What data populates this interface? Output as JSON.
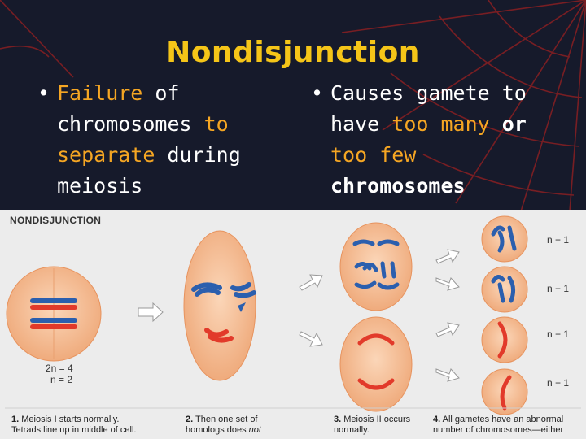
{
  "slide": {
    "title": "Nondisjunction",
    "bullet_left": {
      "w1": "Failure",
      "w2": " of",
      "w3": "chromosomes ",
      "w4": "to",
      "w5": "separate",
      "w6": " during",
      "w7": "meiosis"
    },
    "bullet_right": {
      "w1": "Causes gamete to",
      "w2": "have ",
      "w3": "too many",
      "w4": " or",
      "w5": "too few",
      "w6": "chromosomes"
    },
    "bullet_char": "•"
  },
  "figure": {
    "heading": "NONDISJUNCTION",
    "ploidy_1": "2n = 4",
    "ploidy_2": "n = 2",
    "gametes": [
      "n + 1",
      "n + 1",
      "n − 1",
      "n − 1"
    ],
    "caption1_num": "1.",
    "caption1_a": " Meiosis I starts normally.",
    "caption1_b": "Tetrads line up in middle of cell.",
    "caption2_num": "2.",
    "caption2_a": " Then one set of",
    "caption2_b": "homologs does ",
    "caption2_c": "not",
    "caption3_num": "3.",
    "caption3_a": " Meiosis II occurs",
    "caption3_b": "normally.",
    "caption4_num": "4.",
    "caption4_a": " All gametes have an abnormal",
    "caption4_b": "number of chromosomes—either",
    "colors": {
      "chrom_blue": "#2b5fae",
      "chrom_red": "#e23a2a",
      "cell": "#f2b48a",
      "title": "#f5c518",
      "highlight": "#f5a623"
    }
  }
}
